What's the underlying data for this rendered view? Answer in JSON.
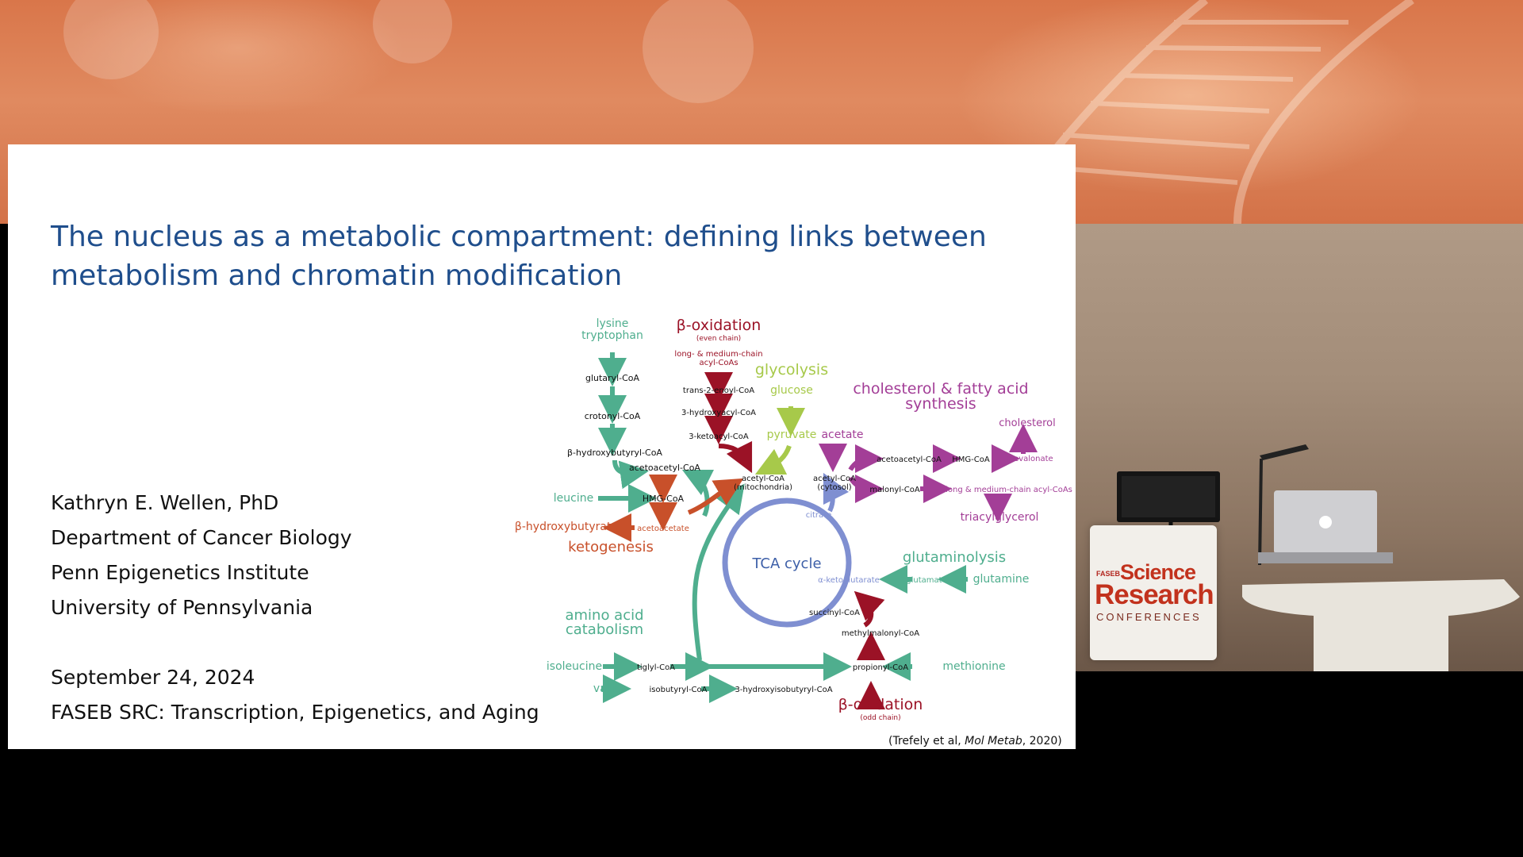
{
  "slide": {
    "title_line1": "The nucleus as a metabolic compartment: defining links between",
    "title_line2": "metabolism and chromatin modification",
    "author": "Kathryn E. Wellen, PhD",
    "department": "Department of Cancer Biology",
    "institute": "Penn Epigenetics Institute",
    "university": "University of Pennsylvania",
    "date": "September 24, 2024",
    "event": "FASEB SRC: Transcription, Epigenetics, and Aging",
    "citation_prefix": "(Trefely et al, ",
    "citation_journal": "Mol Metab",
    "citation_suffix": ", 2020)"
  },
  "diagram": {
    "lysine": "lysine",
    "tryptophan": "tryptophan",
    "glutaryl_coa": "glutaryl-CoA",
    "crotonyl_coa": "crotonyl-CoA",
    "b_hydroxybutyryl_coa": "β-hydroxybutyryl-CoA",
    "acetoacetyl_coa_mito": "acetoacetyl-CoA",
    "leucine": "leucine",
    "hmg_coa_mito": "HMG-CoA",
    "b_hydroxybutyrate": "β-hydroxybutyrate",
    "acetoacetate": "acetoacetate",
    "ketogenesis": "ketogenesis",
    "b_oxidation_even": "β-oxidation",
    "even_chain": "(even chain)",
    "long_medium_acyl_1": "long- & medium-chain",
    "long_medium_acyl_2": "acyl-CoAs",
    "trans_enoyl": "trans-2-enoyl-CoA",
    "hydroxyacyl": "3-hydroxyacyl-CoA",
    "ketoacyl": "3-ketoacyl-CoA",
    "glycolysis": "glycolysis",
    "glucose": "glucose",
    "pyruvate": "pyruvate",
    "acetyl_coa_mito_1": "acetyl-CoA",
    "acetyl_coa_mito_2": "(mitochondria)",
    "acetate": "acetate",
    "acetyl_coa_cyto_1": "acetyl-CoA",
    "acetyl_coa_cyto_2": "(cytosol)",
    "cholesterol_fa_1": "cholesterol & fatty acid",
    "cholesterol_fa_2": "synthesis",
    "cholesterol": "cholesterol",
    "acetoacetyl_coa_cyto": "acetoacetyl-CoA",
    "hmg_coa_cyto": "HMG-CoA",
    "mevalonate": "mevalonate",
    "malonyl_coa": "malonyl-CoA",
    "long_medium_cyto": "long & medium-chain acyl-CoAs",
    "triacylglycerol": "triacylglycerol",
    "citrate": "citrate",
    "tca_cycle": "TCA cycle",
    "a_ketoglutarate": "α-ketoglutarate",
    "glutamate": "glutamate",
    "glutamine": "glutamine",
    "glutaminolysis": "glutaminolysis",
    "succinyl_coa": "succinyl-CoA",
    "methylmalonyl_coa": "methylmalonyl-CoA",
    "amino_acid_1": "amino acid",
    "amino_acid_2": "catabolism",
    "isoleucine": "isoleucine",
    "tiglyl_coa": "tiglyl-CoA",
    "propionyl_coa": "propionyl-CoA",
    "methionine": "methionine",
    "valine": "valine",
    "isobutyryl_coa": "isobutyryl-CoA",
    "hydroxyisobutyryl_coa": "3-hydroxyisobutyryl-CoA",
    "b_oxidation_odd": "β-oxidation",
    "odd_chain": "(odd chain)"
  },
  "stage_sign": {
    "faseb": "FASEB",
    "science": "Science",
    "research": "Research",
    "conferences": "CONFERENCES"
  },
  "colors": {
    "title": "#1f4e8c",
    "teal": "#4fae8e",
    "darkred": "#9b1226",
    "orange": "#c8502a",
    "lime": "#a7c94a",
    "purple": "#a33e97",
    "blue": "#7f8fd1",
    "banner": "#d9764a"
  }
}
